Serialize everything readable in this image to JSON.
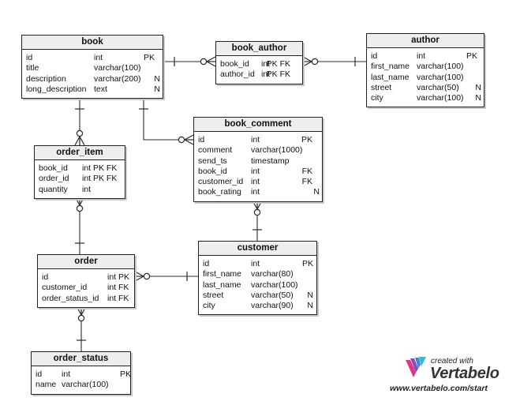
{
  "diagram": {
    "line_color": "#2b2b2b",
    "entities": [
      {
        "key": "book",
        "title": "book",
        "rows": [
          {
            "name": "id",
            "type": "int",
            "key": "PK",
            "null": ""
          },
          {
            "name": "title",
            "type": "varchar(100)",
            "key": "",
            "null": ""
          },
          {
            "name": "description",
            "type": "varchar(200)",
            "key": "",
            "null": "N"
          },
          {
            "name": "long_description",
            "type": "text",
            "key": "",
            "null": "N"
          }
        ]
      },
      {
        "key": "book_author",
        "title": "book_author",
        "rows": [
          {
            "name": "book_id",
            "type": "int",
            "key": "PK FK",
            "null": ""
          },
          {
            "name": "author_id",
            "type": "int",
            "key": "PK FK",
            "null": ""
          }
        ]
      },
      {
        "key": "author",
        "title": "author",
        "rows": [
          {
            "name": "id",
            "type": "int",
            "key": "PK",
            "null": ""
          },
          {
            "name": "first_name",
            "type": "varchar(100)",
            "key": "",
            "null": ""
          },
          {
            "name": "last_name",
            "type": "varchar(100)",
            "key": "",
            "null": ""
          },
          {
            "name": "street",
            "type": "varchar(50)",
            "key": "",
            "null": "N"
          },
          {
            "name": "city",
            "type": "varchar(100)",
            "key": "",
            "null": "N"
          }
        ]
      },
      {
        "key": "book_comment",
        "title": "book_comment",
        "rows": [
          {
            "name": "id",
            "type": "int",
            "key": "PK",
            "null": ""
          },
          {
            "name": "comment",
            "type": "varchar(1000)",
            "key": "",
            "null": ""
          },
          {
            "name": "send_ts",
            "type": "timestamp",
            "key": "",
            "null": ""
          },
          {
            "name": "book_id",
            "type": "int",
            "key": "FK",
            "null": ""
          },
          {
            "name": "customer_id",
            "type": "int",
            "key": "FK",
            "null": ""
          },
          {
            "name": "book_rating",
            "type": "int",
            "key": "",
            "null": "N"
          }
        ]
      },
      {
        "key": "order_item",
        "title": "order_item",
        "rows": [
          {
            "name": "book_id",
            "type": "int PK FK",
            "key": "",
            "null": ""
          },
          {
            "name": "order_id",
            "type": "int PK FK",
            "key": "",
            "null": ""
          },
          {
            "name": "quantity",
            "type": "int",
            "key": "",
            "null": ""
          }
        ]
      },
      {
        "key": "customer",
        "title": "customer",
        "rows": [
          {
            "name": "id",
            "type": "int",
            "key": "PK",
            "null": ""
          },
          {
            "name": "first_name",
            "type": "varchar(80)",
            "key": "",
            "null": ""
          },
          {
            "name": "last_name",
            "type": "varchar(100)",
            "key": "",
            "null": ""
          },
          {
            "name": "street",
            "type": "varchar(50)",
            "key": "",
            "null": "N"
          },
          {
            "name": "city",
            "type": "varchar(90)",
            "key": "",
            "null": "N"
          }
        ]
      },
      {
        "key": "order",
        "title": "order",
        "rows": [
          {
            "name": "id",
            "type": "int PK",
            "key": "",
            "null": ""
          },
          {
            "name": "customer_id",
            "type": "int FK",
            "key": "",
            "null": ""
          },
          {
            "name": "order_status_id",
            "type": "int FK",
            "key": "",
            "null": ""
          }
        ]
      },
      {
        "key": "order_status",
        "title": "order_status",
        "rows": [
          {
            "name": "id",
            "type": "int",
            "key": "PK",
            "null": ""
          },
          {
            "name": "name",
            "type": "varchar(100)",
            "key": "",
            "null": ""
          }
        ]
      }
    ],
    "relationships": [
      {
        "key": "book-book_author",
        "from": "book",
        "to": "book_author",
        "from_end": "one",
        "to_end": "zero-or-many"
      },
      {
        "key": "book_author-author",
        "from": "book_author",
        "to": "author",
        "from_end": "zero-or-many",
        "to_end": "one"
      },
      {
        "key": "book-order_item",
        "from": "book",
        "to": "order_item",
        "from_end": "one",
        "to_end": "zero-or-many"
      },
      {
        "key": "book-book_comment",
        "from": "book",
        "to": "book_comment",
        "from_end": "one",
        "to_end": "zero-or-many"
      },
      {
        "key": "order_item-order",
        "from": "order_item",
        "to": "order",
        "from_end": "zero-or-many",
        "to_end": "one"
      },
      {
        "key": "book_comment-customer",
        "from": "book_comment",
        "to": "customer",
        "from_end": "zero-or-many",
        "to_end": "one"
      },
      {
        "key": "order-customer",
        "from": "order",
        "to": "customer",
        "from_end": "zero-or-many",
        "to_end": "one"
      },
      {
        "key": "order-order_status",
        "from": "order",
        "to": "order_status",
        "from_end": "zero-or-many",
        "to_end": "one"
      }
    ]
  },
  "watermark": {
    "created_with": "created with",
    "brand": "Vertabelo",
    "url": "www.vertabelo.com/start",
    "logo_colors": [
      "#e0237a",
      "#7b3fb8",
      "#2f7fd6",
      "#22b5c8"
    ]
  }
}
